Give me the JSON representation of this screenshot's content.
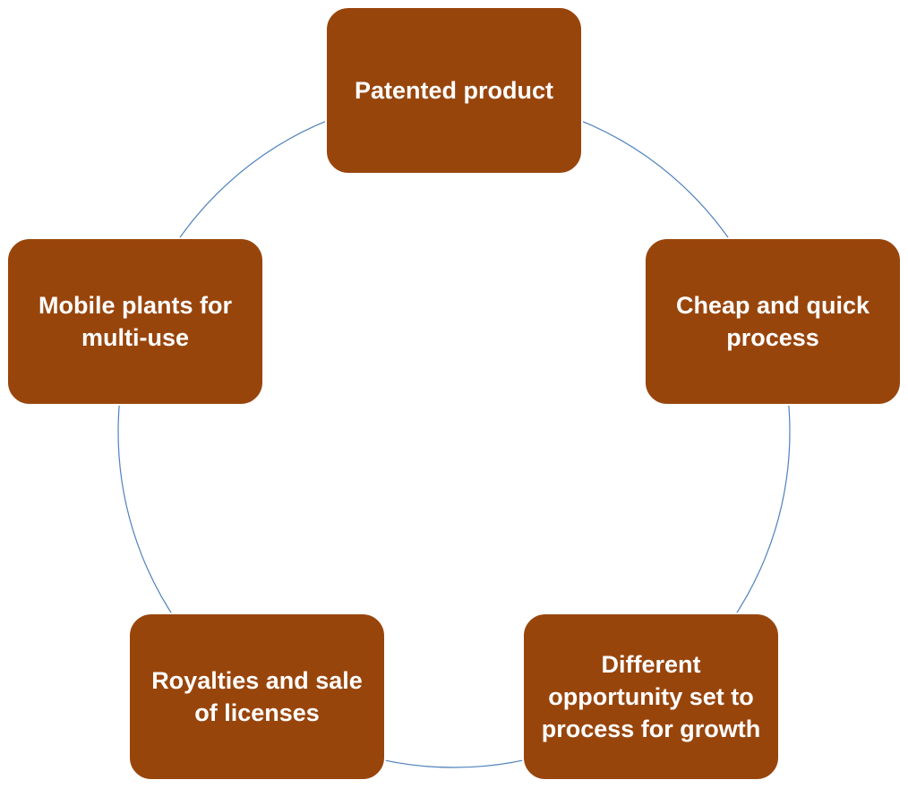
{
  "diagram": {
    "type": "cycle",
    "colors": {
      "node_fill": "#98450C",
      "node_text": "#FFFFFF",
      "connector": "#4F81BD",
      "background": "#FFFFFF"
    },
    "nodes": [
      {
        "text": "Patented product"
      },
      {
        "text": "Cheap and quick process"
      },
      {
        "text": "Different opportunity set to process for growth"
      },
      {
        "text": "Royalties and sale of licenses"
      },
      {
        "text": "Mobile plants for multi-use"
      }
    ]
  }
}
